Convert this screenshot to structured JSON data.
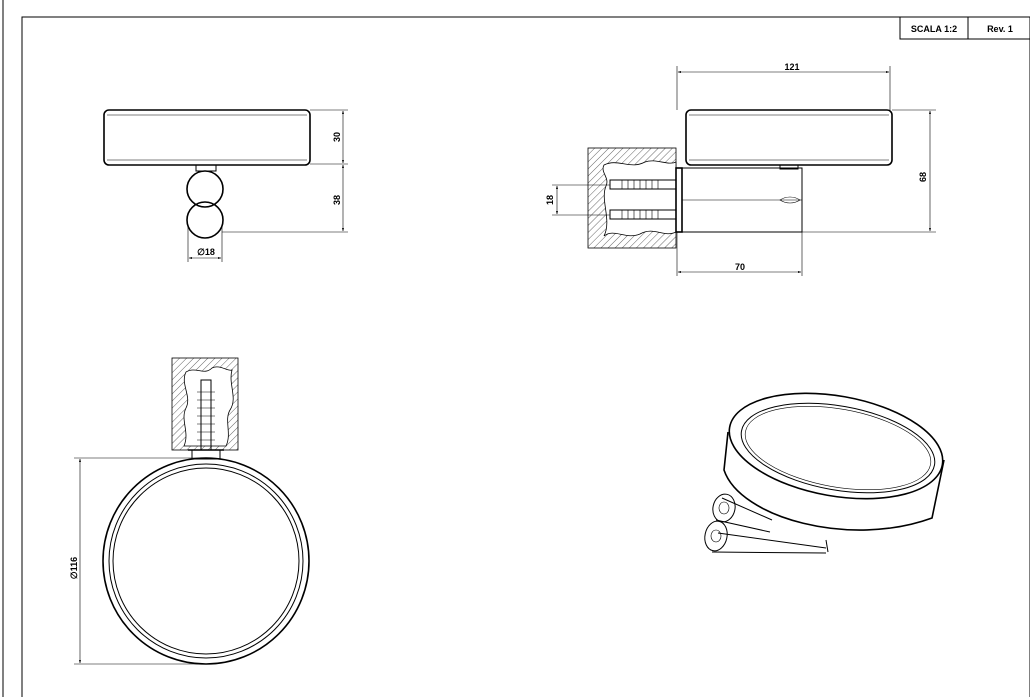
{
  "title_block": {
    "scale": "SCALA 1:2",
    "revision": "Rev. 1"
  },
  "dimensions": {
    "front_body_height": "30",
    "front_support_height": "38",
    "front_diameter": "∅18",
    "side_width": "121",
    "side_height": "68",
    "side_anchor_spacing": "18",
    "side_depth": "70",
    "top_diameter": "∅116"
  }
}
